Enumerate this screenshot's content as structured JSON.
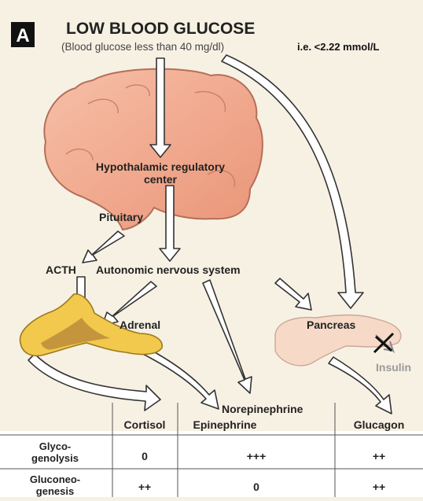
{
  "panel_letter": "A",
  "title": "LOW BLOOD GLUCOSE",
  "subtitle": "(Blood glucose less than 40 mg/dl)",
  "subtitle_note": "i.e. <2.22 mmol/L",
  "labels": {
    "hypothalamus_line1": "Hypothalamic regulatory",
    "hypothalamus_line2": "center",
    "pituitary": "Pituitary",
    "acth": "ACTH",
    "autonomic": "Autonomic nervous system",
    "adrenal": "Adrenal",
    "pancreas": "Pancreas",
    "insulin": "Insulin",
    "norepinephrine": "Norepinephrine"
  },
  "table": {
    "columns": [
      "Cortisol",
      "Epinephrine",
      "Glucagon"
    ],
    "rows": [
      {
        "label_line1": "Glyco-",
        "label_line2": "genolysis",
        "values": [
          "0",
          "+++",
          "++"
        ]
      },
      {
        "label_line1": "Gluconeo-",
        "label_line2": "genesis",
        "values": [
          "++",
          "0",
          "++"
        ]
      }
    ]
  },
  "colors": {
    "background": "#f7f1e4",
    "brain": "#f0a98f",
    "adrenal": "#f2c94c",
    "pancreas": "#f6d9c7"
  }
}
